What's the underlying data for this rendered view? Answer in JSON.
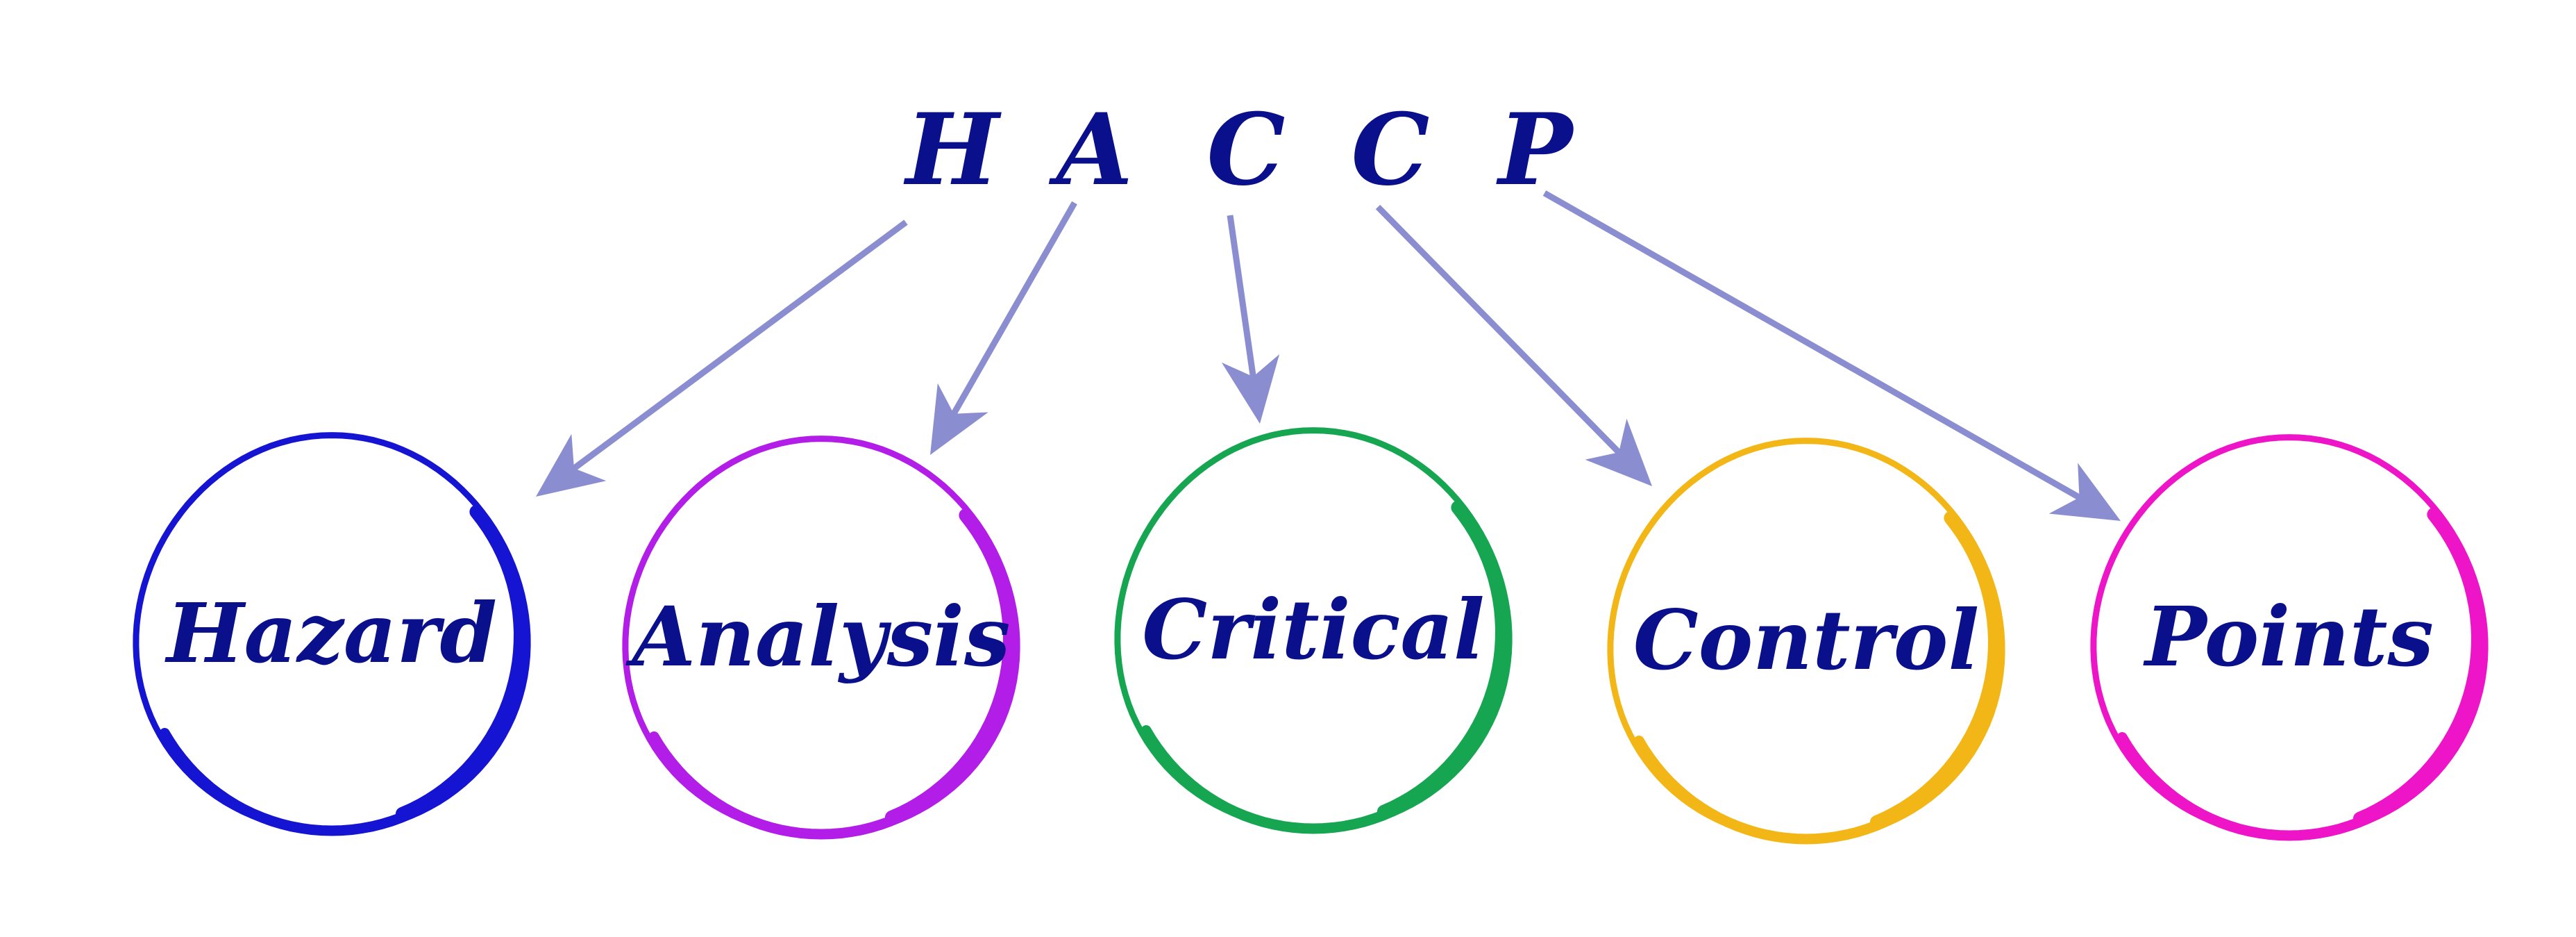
{
  "text_color": "#0a0f8c",
  "arrow_color": "#8a8ed0",
  "acronym": [
    {
      "letter": "H"
    },
    {
      "letter": "A"
    },
    {
      "letter": "C"
    },
    {
      "letter": "C"
    },
    {
      "letter": "P"
    }
  ],
  "steps": [
    {
      "word": "Hazard",
      "color": "#1414d2"
    },
    {
      "word": "Analysis",
      "color": "#b21ee8"
    },
    {
      "word": "Critical",
      "color": "#16a550"
    },
    {
      "word": "Control",
      "color": "#f2b716"
    },
    {
      "word": "Points",
      "color": "#ee14c8"
    }
  ]
}
